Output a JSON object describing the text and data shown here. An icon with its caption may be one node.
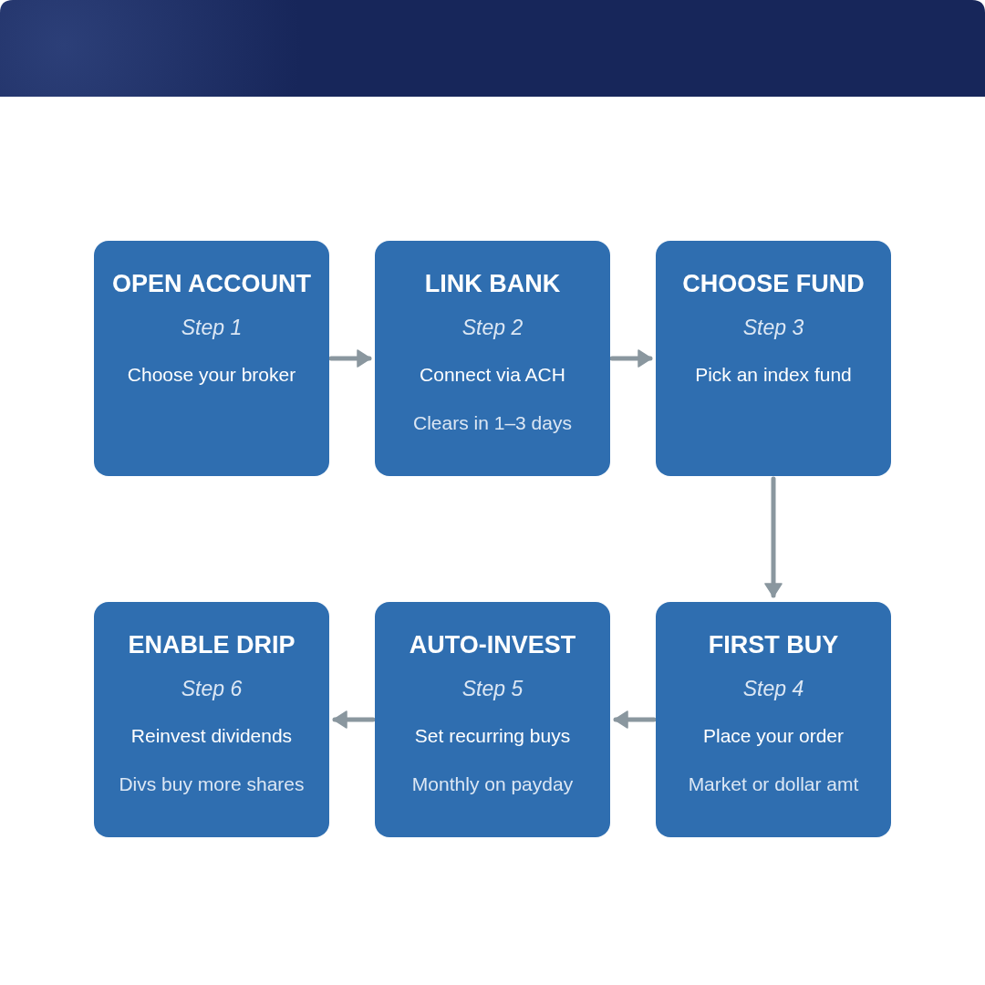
{
  "diagram": {
    "nodes": [
      {
        "text": [
          "OPEN ACCOUNT",
          "Step 1",
          "Choose your broker"
        ]
      },
      {
        "text": [
          "LINK BANK",
          "Step 2",
          "Connect via ACH",
          "Clears in 1–3 days"
        ]
      },
      {
        "text": [
          "CHOOSE FUND",
          "Step 3",
          "Pick an index fund"
        ]
      },
      {
        "text": [
          "FIRST BUY",
          "Step 4",
          "Place your order",
          "Market or dollar amt"
        ]
      },
      {
        "text": [
          "AUTO-INVEST",
          "Step 5",
          "Set recurring buys",
          "Monthly on payday"
        ]
      },
      {
        "text": [
          "ENABLE DRIP",
          "Step 6",
          "Reinvest dividends",
          "Divs buy more shares"
        ]
      }
    ],
    "edges": [
      {
        "from": 0,
        "to": 1,
        "arrow": "to"
      },
      {
        "from": 1,
        "to": 2,
        "arrow": "to"
      },
      {
        "from": 2,
        "to": 3,
        "arrow": "to"
      },
      {
        "from": 3,
        "to": 4,
        "arrow": "to"
      },
      {
        "from": 4,
        "to": 5,
        "arrow": "to"
      }
    ]
  }
}
